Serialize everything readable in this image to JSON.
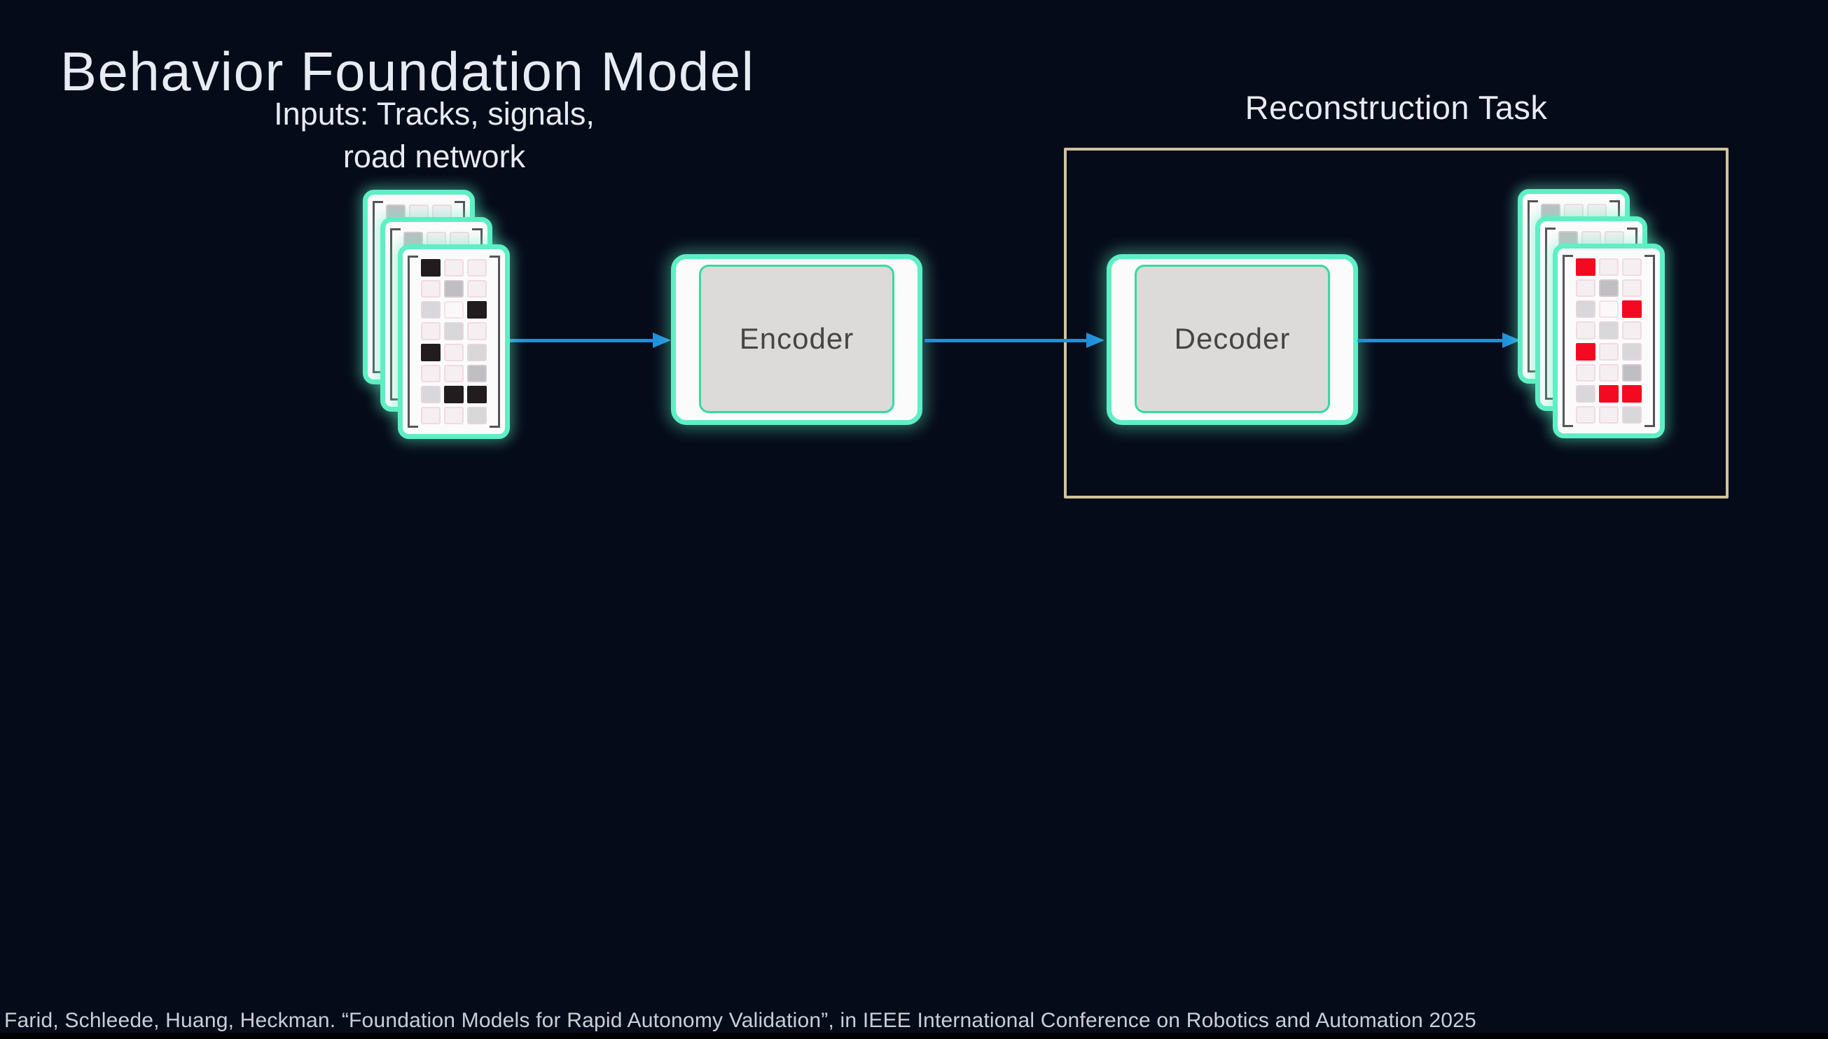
{
  "slide": {
    "title": "Behavior Foundation Model",
    "inputs_label_line1": "Inputs: Tracks, signals,",
    "inputs_label_line2": "road network",
    "encoder_label": "Encoder",
    "decoder_label": "Decoder",
    "reconstruction_title": "Reconstruction Task",
    "citation": "Farid, Schleede, Huang, Heckman. “Foundation Models for Rapid Autonomy Validation”, in IEEE International Conference on Robotics and Automation 2025"
  },
  "colors": {
    "background": "#060b19",
    "text_light": "#e7ecf4",
    "accent_teal": "#5eefc4",
    "teal_inner": "#35dba2",
    "card_white": "#fcfbfb",
    "box_fill": "#dcdbd9",
    "box_text": "#454545",
    "arrow_blue": "#1f8fdd",
    "recon_border": "#cfc49d",
    "bracket_gray": "#55555a",
    "cell_dark": "#231c1f",
    "cell_red": "#f40a20",
    "cell_light": "#f5eff1",
    "cell_gray": "#bfbec1",
    "cell_grayl": "#d8d7d9",
    "cell_white": "#fbf8f9",
    "citation": "#c9cfd9",
    "bottom_bar": "#000000"
  },
  "matrix_stacks": {
    "back_pattern": [
      [
        "gray",
        "light",
        "light"
      ],
      [
        "light",
        "light",
        "light"
      ],
      [
        "light",
        "light",
        "light"
      ],
      [
        "light",
        "light",
        "light"
      ],
      [
        "light",
        "light",
        "light"
      ],
      [
        "light",
        "light",
        "light"
      ],
      [
        "light",
        "light",
        "light"
      ],
      [
        "light",
        "light",
        "light"
      ]
    ],
    "input": {
      "description": "input tracks/signals/road-network matrix, dark = occupied cells",
      "front_pattern": [
        [
          "dark",
          "light",
          "light"
        ],
        [
          "light",
          "gray",
          "light"
        ],
        [
          "grayl",
          "white",
          "dark"
        ],
        [
          "light",
          "grayl",
          "light"
        ],
        [
          "dark",
          "light",
          "grayl"
        ],
        [
          "light",
          "light",
          "gray"
        ],
        [
          "grayl",
          "dark",
          "dark"
        ],
        [
          "light",
          "light",
          "grayl"
        ]
      ]
    },
    "output": {
      "description": "reconstructed matrix, red = reconstructed cells",
      "front_pattern": [
        [
          "red",
          "light",
          "light"
        ],
        [
          "light",
          "gray",
          "light"
        ],
        [
          "grayl",
          "white",
          "red"
        ],
        [
          "light",
          "grayl",
          "light"
        ],
        [
          "red",
          "light",
          "grayl"
        ],
        [
          "light",
          "light",
          "gray"
        ],
        [
          "grayl",
          "red",
          "red"
        ],
        [
          "light",
          "light",
          "grayl"
        ]
      ]
    }
  }
}
